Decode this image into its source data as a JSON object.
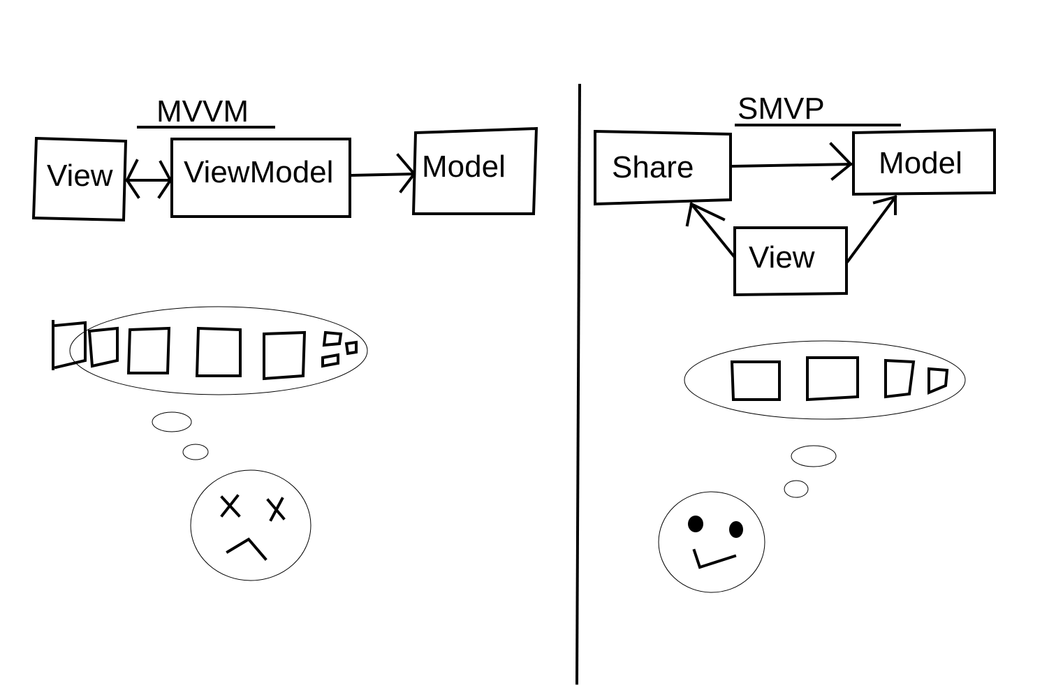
{
  "colors": {
    "ink": "#000000",
    "paper": "#ffffff"
  },
  "left_panel": {
    "title": "MVVM",
    "boxes": {
      "view": "View",
      "viewmodel": "ViewModel",
      "model": "Model"
    },
    "face": "sad-face-icon"
  },
  "right_panel": {
    "title": "SMVP",
    "boxes": {
      "share": "Share",
      "model": "Model",
      "view": "View"
    },
    "face": "happy-face-icon"
  }
}
